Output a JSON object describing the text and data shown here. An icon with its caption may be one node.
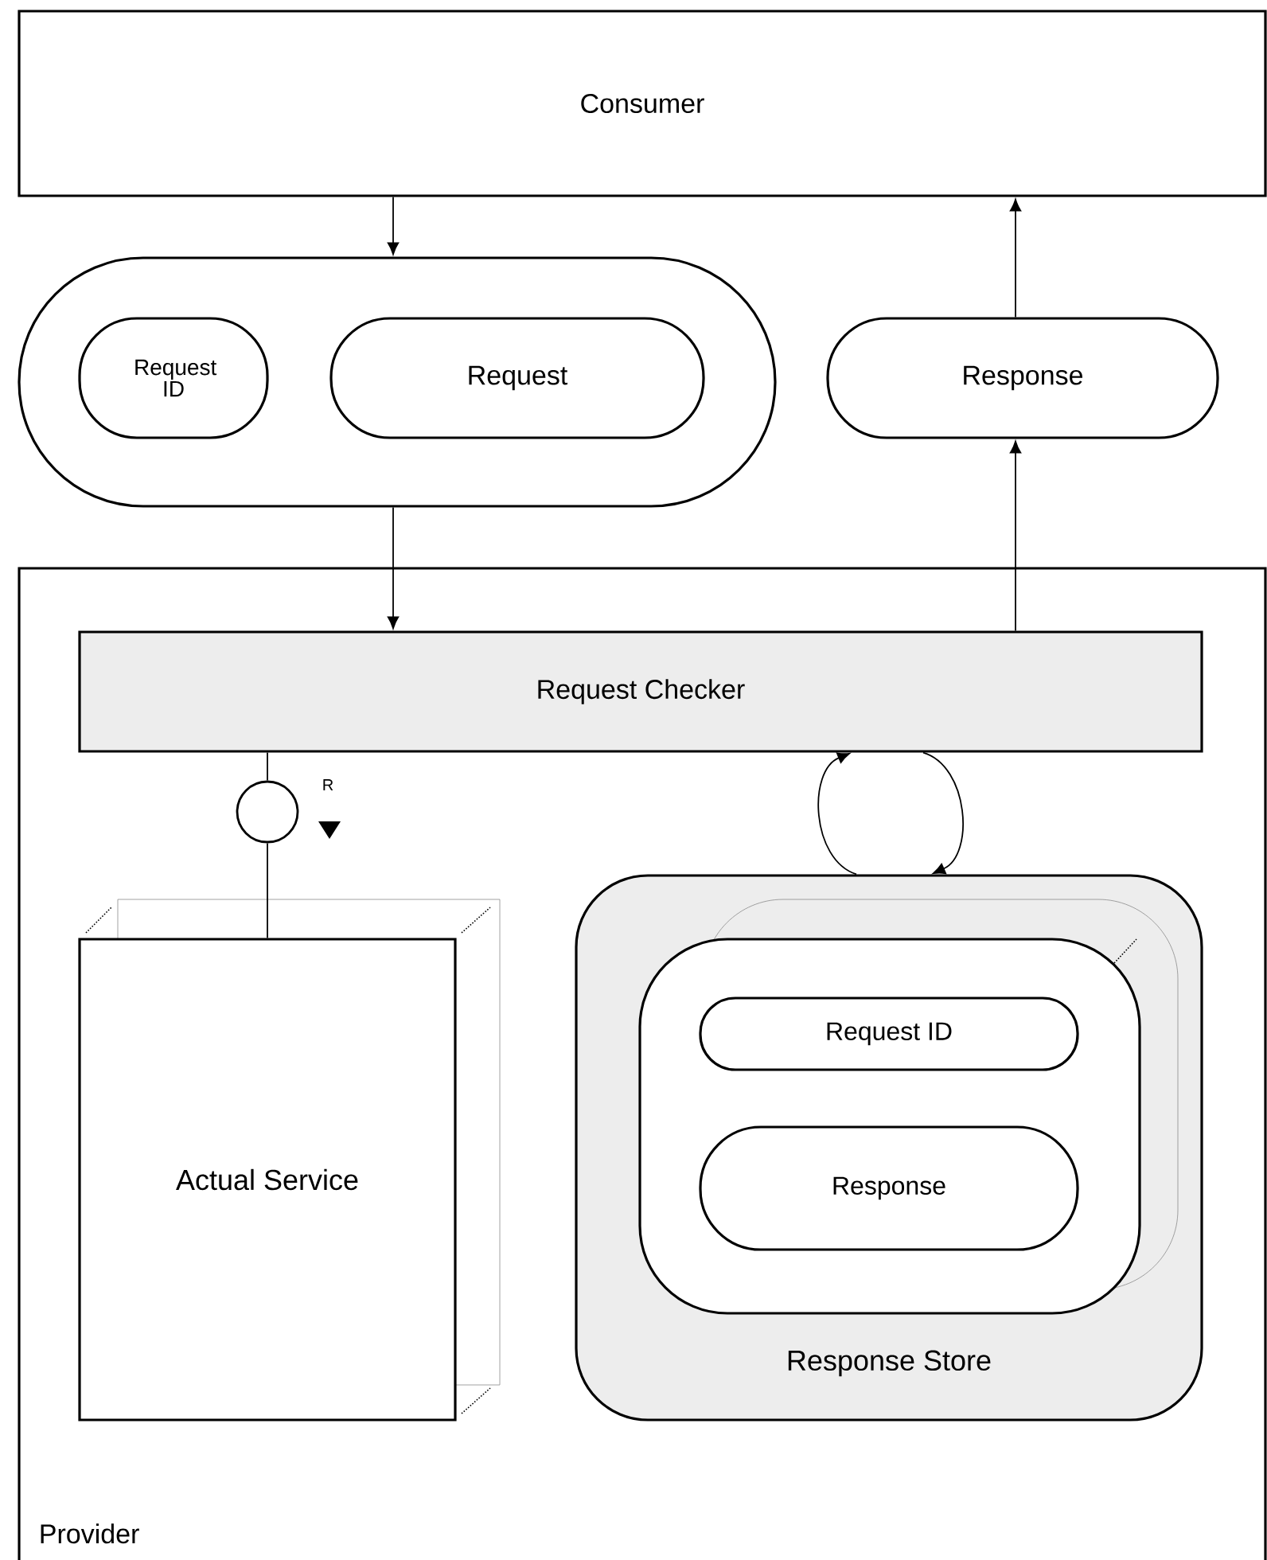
{
  "diagram": {
    "nodes": [
      {
        "text": [
          "Consumer"
        ]
      },
      {
        "text": [],
        "shape": "capsule"
      },
      {
        "text": [
          "Request ID"
        ],
        "in": 1
      },
      {
        "text": [
          "Request"
        ],
        "in": 1
      },
      {
        "text": [
          "Response"
        ]
      },
      {
        "text": [
          "Provider"
        ]
      },
      {
        "text": [
          "Request Checker"
        ],
        "in": 5
      },
      {
        "text": [],
        "shape": "circle",
        "in": 5
      },
      {
        "text": [
          "Actual Service"
        ],
        "in": 5
      },
      {
        "text": [
          "Response Store"
        ],
        "in": 5
      },
      {
        "text": [],
        "shape": "box",
        "in": 9
      },
      {
        "text": [
          "Request ID"
        ],
        "in": 10
      },
      {
        "text": [
          "Response"
        ],
        "in": 10
      }
    ],
    "edges": [
      {
        "from": 0,
        "to": 1,
        "arrow": "to"
      },
      {
        "from": 1,
        "to": 6,
        "arrow": "to"
      },
      {
        "from": 6,
        "to": 4,
        "arrow": "to"
      },
      {
        "from": 4,
        "to": 0,
        "arrow": "to"
      },
      {
        "from": 6,
        "to": 7,
        "arrow": "none"
      },
      {
        "from": 7,
        "to": 8,
        "arrow": "none"
      },
      {
        "from": 9,
        "to": 6,
        "arrow": "to"
      },
      {
        "from": 6,
        "to": 9,
        "arrow": "to"
      }
    ],
    "labels": [
      "R"
    ]
  }
}
